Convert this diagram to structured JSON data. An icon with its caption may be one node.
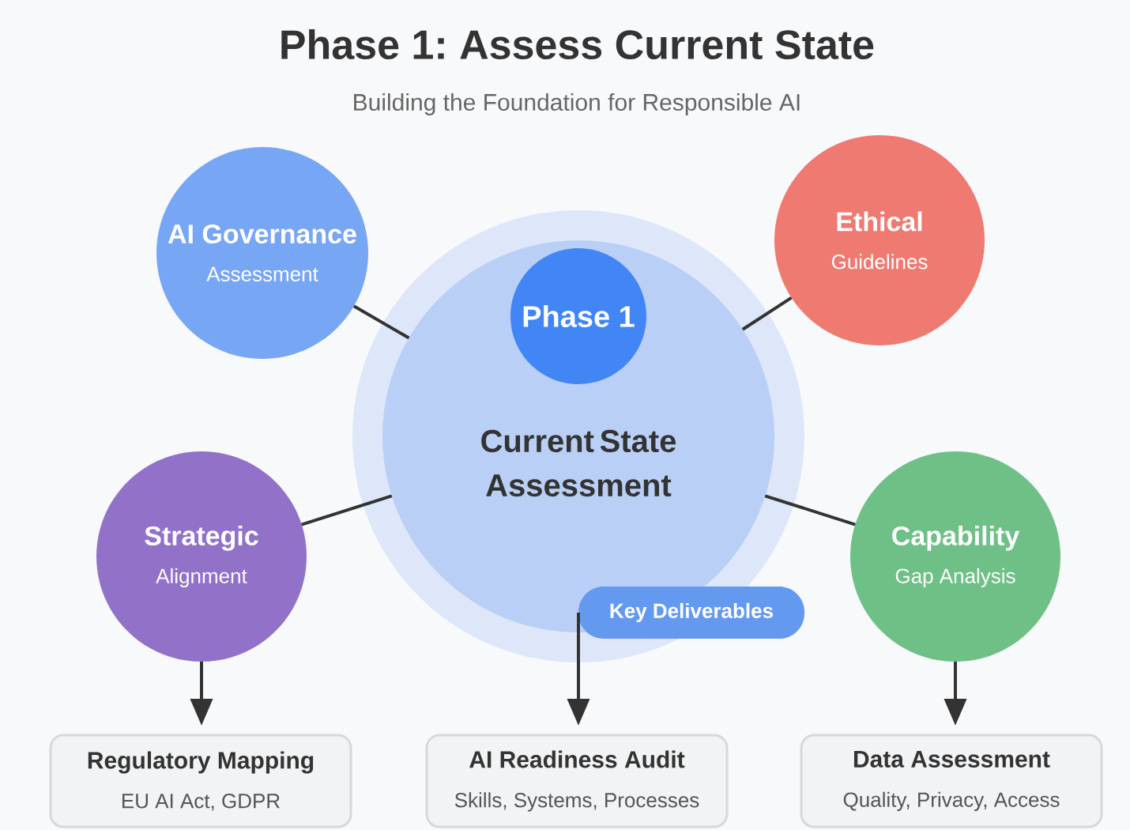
{
  "diagram": {
    "title": "Phase 1: Assess Current State",
    "nodes": [
      {
        "text": [
          "AI Governance",
          "Assessment"
        ]
      },
      {
        "text": [
          "Ethical",
          "Guidelines"
        ]
      },
      {
        "text": [
          "Current State Assessment"
        ]
      },
      {
        "text": [
          "Phase 1"
        ],
        "in": 2
      },
      {
        "text": [
          "Strategic",
          "Alignment"
        ]
      },
      {
        "text": [
          "Capability",
          "Gap Analysis"
        ]
      },
      {
        "text": [
          "Key Deliverables"
        ]
      },
      {
        "text": [
          "Regulatory Mapping",
          "EU AI Act, GDPR"
        ]
      },
      {
        "text": [
          "AI Readiness Audit",
          "Skills, Systems, Processes"
        ]
      },
      {
        "text": [
          "Data Assessment",
          "Quality, Privacy, Access"
        ]
      }
    ],
    "edges": [
      {
        "from": 2,
        "to": 0,
        "arrow": "none"
      },
      {
        "from": 2,
        "to": 1,
        "arrow": "none"
      },
      {
        "from": 2,
        "to": 4,
        "arrow": "none"
      },
      {
        "from": 2,
        "to": 5,
        "arrow": "none"
      },
      {
        "from": 4,
        "to": 7,
        "arrow": "to"
      },
      {
        "from": 6,
        "to": 8,
        "arrow": "to"
      },
      {
        "from": 5,
        "to": 9,
        "arrow": "to"
      }
    ],
    "labels": [
      "Building the Foundation for Responsible AI"
    ]
  }
}
